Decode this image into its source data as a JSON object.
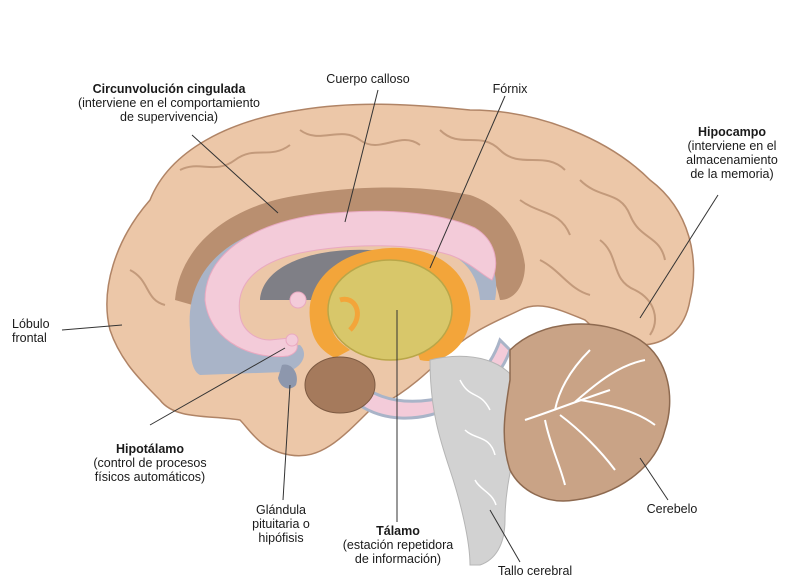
{
  "labels": {
    "cingulada": {
      "title": "Circunvolución cingulada",
      "line1": "(interviene en el comportamiento",
      "line2": "de supervivencia)"
    },
    "cuerpo_calloso": {
      "title": "Cuerpo calloso"
    },
    "fornix": {
      "title": "Fórnix"
    },
    "hipocampo": {
      "title": "Hipocampo",
      "line1": "(interviene en el",
      "line2": "almacenamiento",
      "line3": "de la memoria)"
    },
    "lobulo_frontal": {
      "line1": "Lóbulo",
      "line2": "frontal"
    },
    "hipotalamo": {
      "title": "Hipotálamo",
      "line1": "(control de procesos",
      "line2": "físicos automáticos)"
    },
    "glandula": {
      "line1": "Glándula",
      "line2": "pituitaria o",
      "line3": "hipófisis"
    },
    "talamo": {
      "title": "Tálamo",
      "line1": "(estación repetidora",
      "line2": "de información)"
    },
    "tallo_cerebral": {
      "title": "Tallo cerebral"
    },
    "cerebelo": {
      "title": "Cerebelo"
    }
  },
  "colors": {
    "cortex": "#ecc7a8",
    "cortex_outline": "#b08466",
    "inner_brown": "#b98f70",
    "blue_gray": "#a9b4c8",
    "pink": "#f3cbd9",
    "orange": "#f3a53a",
    "thalamus": "#d8c76a",
    "brainstem": "#d2d2d2",
    "cerebellum": "#c9a386"
  }
}
